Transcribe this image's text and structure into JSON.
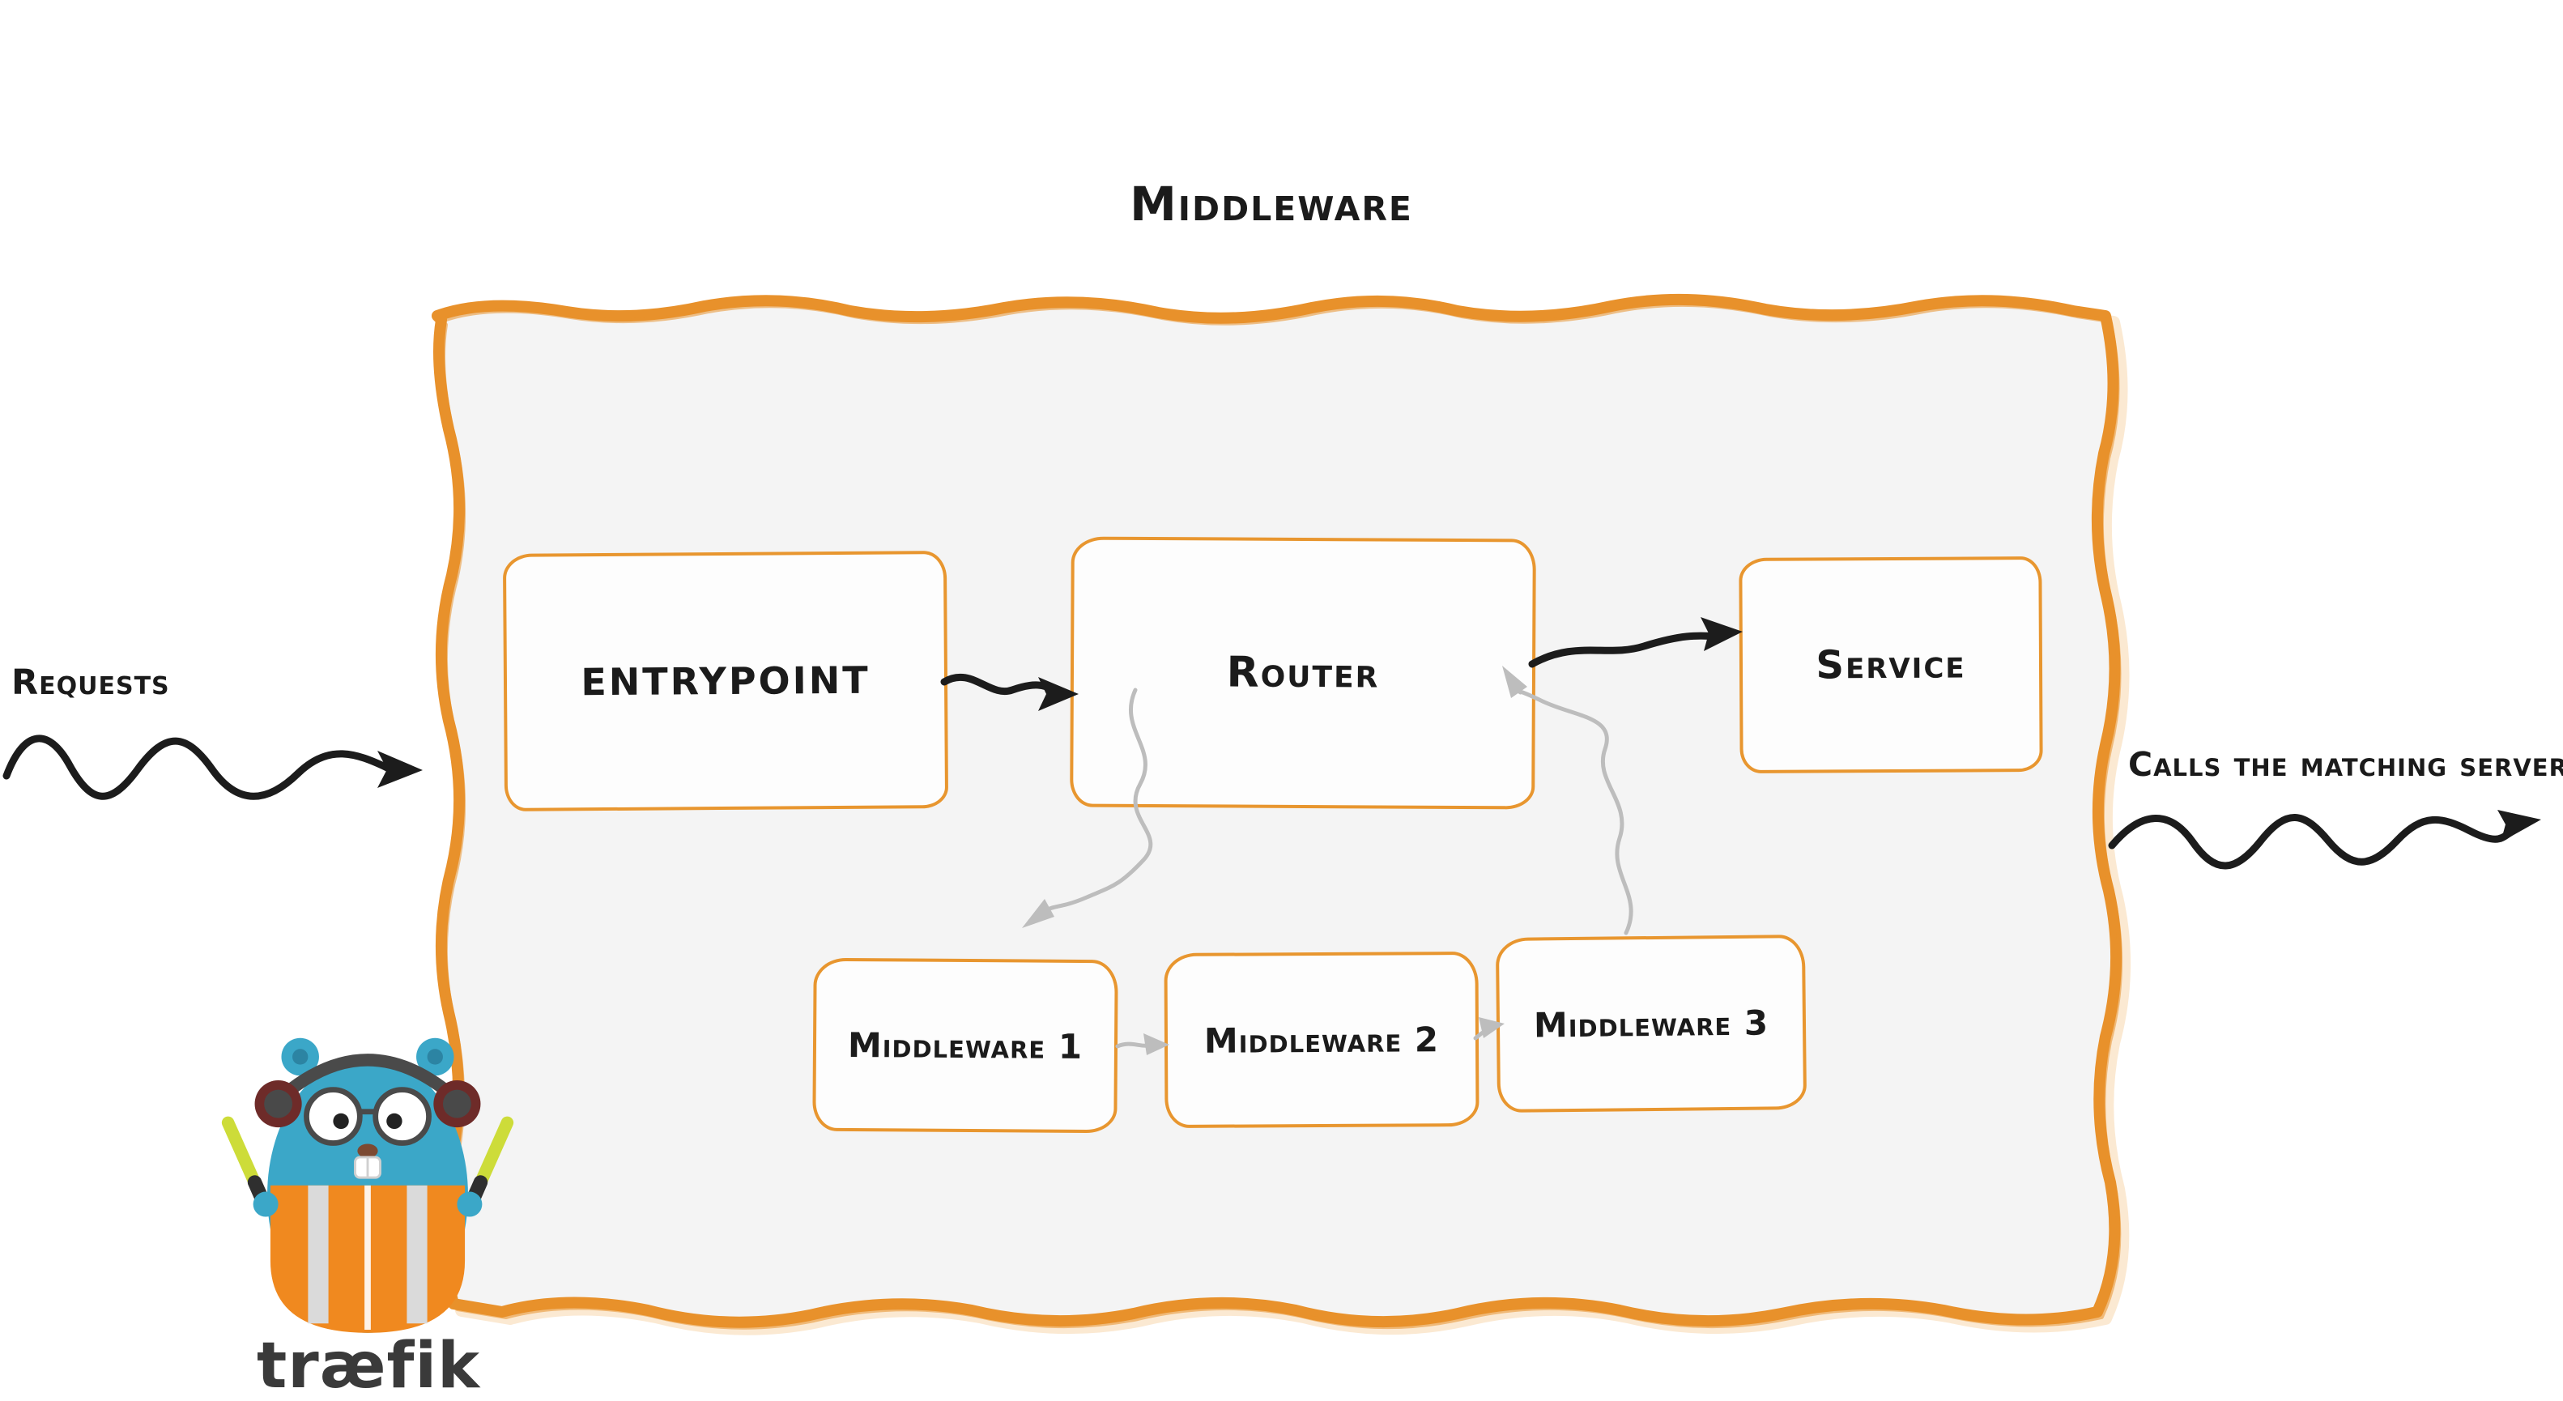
{
  "title": "Middleware",
  "nodes": {
    "entrypoint": {
      "label": "entrypoint"
    },
    "router": {
      "label": "Router"
    },
    "service": {
      "label": "Service"
    },
    "middleware1": {
      "label": "Middleware 1"
    },
    "middleware2": {
      "label": "Middleware 2"
    },
    "middleware3": {
      "label": "Middleware 3"
    }
  },
  "annotations": {
    "requests": "Requests",
    "calls_matching_server": "Calls the matching server"
  },
  "logo": {
    "wordmark": "træfik"
  },
  "colors": {
    "orange_border": "#E8912B",
    "box_border": "#E8962F",
    "container_fill": "#F4F4F4",
    "black_arrow": "#1C1C1C",
    "gray_arrow": "#BDBDBD",
    "gopher_blue": "#3BA7C8",
    "vest_orange": "#F0891F",
    "wand_green": "#CDDC39",
    "wordmark_gray": "#3A3A3A"
  },
  "edges": [
    {
      "from": "requests",
      "to": "entrypoint",
      "style": "black"
    },
    {
      "from": "entrypoint",
      "to": "router",
      "style": "black"
    },
    {
      "from": "router",
      "to": "service",
      "style": "black"
    },
    {
      "from": "router",
      "to": "middleware1",
      "style": "gray"
    },
    {
      "from": "middleware1",
      "to": "middleware2",
      "style": "gray"
    },
    {
      "from": "middleware2",
      "to": "middleware3",
      "style": "gray"
    },
    {
      "from": "middleware3",
      "to": "router",
      "style": "gray"
    },
    {
      "from": "service",
      "to": "calls_matching_server",
      "style": "black"
    }
  ]
}
